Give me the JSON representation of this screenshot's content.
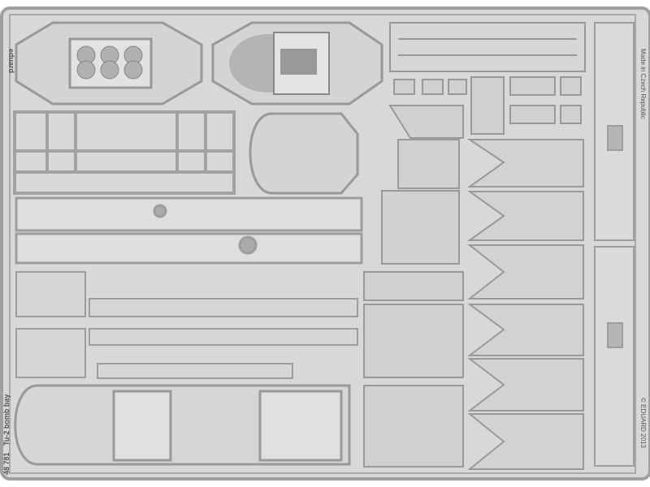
{
  "fret": {
    "brand": "eduard",
    "catalog_number": "48 781",
    "title": "Tu-2 bomb bay",
    "origin": "Made in Czech Republic",
    "copyright": "© EDUARD 2013"
  },
  "colors": {
    "fret": "#d8d8d8",
    "etched": "#a9a9a9",
    "outline": "#8f8f8f",
    "background": "#ffffff"
  }
}
